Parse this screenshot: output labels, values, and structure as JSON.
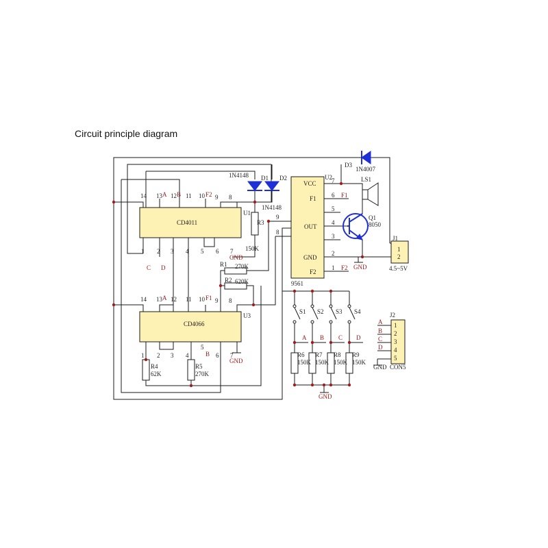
{
  "title": "Circuit principle diagram",
  "ics": {
    "u1": {
      "ref": "U1",
      "part": "CD4011"
    },
    "u3": {
      "ref": "U3",
      "part": "CD4066"
    },
    "u2": {
      "ref": "U2",
      "part": "9561"
    }
  },
  "u1_top_pins": [
    "14",
    "13",
    "A",
    "12",
    "B",
    "11",
    "10",
    "F2",
    "9",
    "8"
  ],
  "u1_bottom_pins": [
    "1",
    "2",
    "3",
    "4",
    "5",
    "6",
    "7",
    "GND"
  ],
  "u1_bottom_labels": [
    "C",
    "D"
  ],
  "u3_top_pins": [
    "14",
    "13",
    "A",
    "12",
    "11",
    "10",
    "F1",
    "9",
    "8"
  ],
  "u3_bottom_pins": [
    "1",
    "2",
    "3",
    "4",
    "B",
    "5",
    "6",
    "7",
    "GND"
  ],
  "u2_pins": {
    "vcc": "VCC",
    "f1": "F1",
    "out": "OUT",
    "gnd": "GND",
    "f2": "F2",
    "n7": "7",
    "n6": "6",
    "n5": "5",
    "n4": "4",
    "n3": "3",
    "n2": "2",
    "n1": "1",
    "n9": "9",
    "n8": "8",
    "f1_net": "F1",
    "f2_net": "F2"
  },
  "diodes": {
    "d1": "D1",
    "d2": "D2",
    "d3": "D3",
    "d1_type": "1N4148",
    "d2_type": "1N4148",
    "d3_type": "1N4007"
  },
  "resistors": {
    "r1": "R1",
    "r1_val": "270K",
    "r2": "R2",
    "r2_val": "620K",
    "r3": "R3",
    "r3_val": "150K",
    "r4": "R4",
    "r4_val": "62K",
    "r5": "R5",
    "r5_val": "270K",
    "r6": "R6",
    "r6_val": "150K",
    "r7": "R7",
    "r7_val": "150K",
    "r8": "R8",
    "r8_val": "150K",
    "r9": "R9",
    "r9_val": "150K"
  },
  "speaker": "LS1",
  "transistor": {
    "ref": "Q1",
    "part": "8050"
  },
  "power": {
    "ref": "J1",
    "pin1": "1",
    "pin2": "2",
    "voltage": "4.5~5V"
  },
  "switches": [
    "S1",
    "S2",
    "S3",
    "S4"
  ],
  "switch_nets": [
    "A",
    "B",
    "C",
    "D"
  ],
  "connector": {
    "ref": "J2",
    "part": "CON5",
    "pins": [
      "1",
      "2",
      "3",
      "4",
      "5"
    ],
    "nets": [
      "A",
      "B",
      "C",
      "D"
    ]
  },
  "gnd": "GND"
}
